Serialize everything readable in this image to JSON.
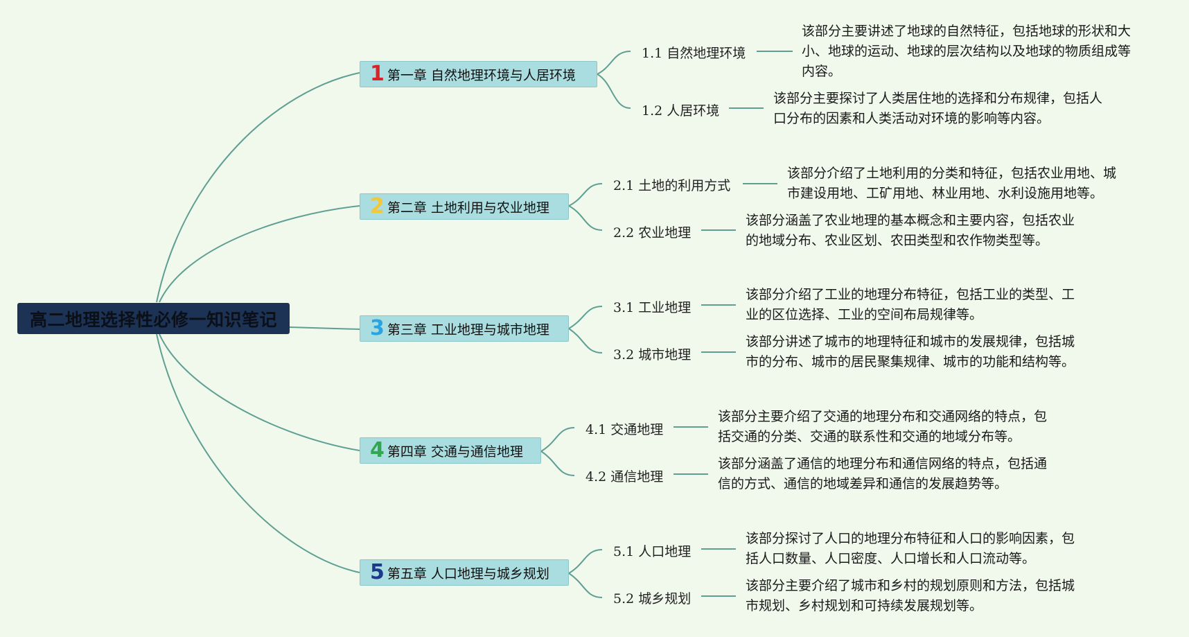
{
  "root": {
    "title": "高二地理选择性必修一知识笔记"
  },
  "colors": {
    "root_bg": "#1d3355",
    "chapter_bg": "#a9dde0",
    "line": "#5f9f93",
    "background": "#f1f8ec",
    "num1": "#d8232a",
    "num2": "#f2c738",
    "num3": "#2aa3e0",
    "num4": "#2fa84f",
    "num5": "#1d3a8a"
  },
  "chapters": [
    {
      "num": "1",
      "label": "第一章 自然地理环境与人居环境",
      "subs": [
        {
          "label": "1.1 自然地理环境",
          "desc": [
            "该部分主要讲述了地球的自然特征，包括地球的形状和大",
            "小、地球的运动、地球的层次结构以及地球的物质组成等",
            "内容。"
          ]
        },
        {
          "label": "1.2 人居环境",
          "desc": [
            "该部分主要探讨了人类居住地的选择和分布规律，包括人",
            "口分布的因素和人类活动对环境的影响等内容。"
          ]
        }
      ]
    },
    {
      "num": "2",
      "label": "第二章 土地利用与农业地理",
      "subs": [
        {
          "label": "2.1 土地的利用方式",
          "desc": [
            "该部分介绍了土地利用的分类和特征，包括农业用地、城",
            "市建设用地、工矿用地、林业用地、水利设施用地等。"
          ]
        },
        {
          "label": "2.2 农业地理",
          "desc": [
            "该部分涵盖了农业地理的基本概念和主要内容，包括农业",
            "的地域分布、农业区划、农田类型和农作物类型等。"
          ]
        }
      ]
    },
    {
      "num": "3",
      "label": "第三章 工业地理与城市地理",
      "subs": [
        {
          "label": "3.1 工业地理",
          "desc": [
            "该部分介绍了工业的地理分布特征，包括工业的类型、工",
            "业的区位选择、工业的空间布局规律等。"
          ]
        },
        {
          "label": "3.2 城市地理",
          "desc": [
            "该部分讲述了城市的地理特征和城市的发展规律，包括城",
            "市的分布、城市的居民聚集规律、城市的功能和结构等。"
          ]
        }
      ]
    },
    {
      "num": "4",
      "label": "第四章 交通与通信地理",
      "subs": [
        {
          "label": "4.1 交通地理",
          "desc": [
            "该部分主要介绍了交通的地理分布和交通网络的特点，包",
            "括交通的分类、交通的联系性和交通的地域分布等。"
          ]
        },
        {
          "label": "4.2 通信地理",
          "desc": [
            "该部分涵盖了通信的地理分布和通信网络的特点，包括通",
            "信的方式、通信的地域差异和通信的发展趋势等。"
          ]
        }
      ]
    },
    {
      "num": "5",
      "label": "第五章 人口地理与城乡规划",
      "subs": [
        {
          "label": "5.1 人口地理",
          "desc": [
            "该部分探讨了人口的地理分布特征和人口的影响因素，包",
            "括人口数量、人口密度、人口增长和人口流动等。"
          ]
        },
        {
          "label": "5.2 城乡规划",
          "desc": [
            "该部分主要介绍了城市和乡村的规划原则和方法，包括城",
            "市规划、乡村规划和可持续发展规划等。"
          ]
        }
      ]
    }
  ]
}
